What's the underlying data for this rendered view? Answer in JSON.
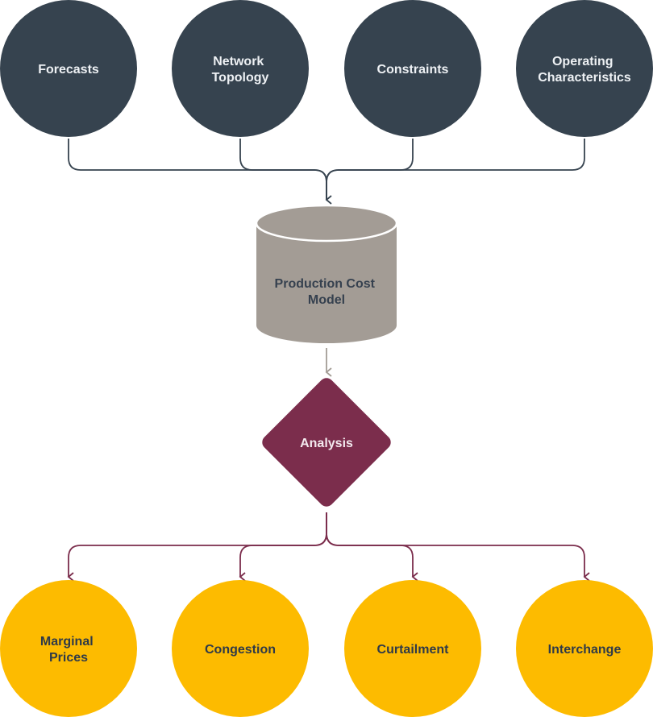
{
  "inputs": [
    {
      "lines": [
        "Forecasts"
      ]
    },
    {
      "lines": [
        "Network",
        "Topology"
      ]
    },
    {
      "lines": [
        "Constraints"
      ]
    },
    {
      "lines": [
        "Operating",
        "Characteristics"
      ]
    }
  ],
  "model": {
    "lines": [
      "Production Cost",
      "Model"
    ]
  },
  "analysis": {
    "label": "Analysis"
  },
  "outputs": [
    {
      "lines": [
        "Marginal",
        "Prices"
      ]
    },
    {
      "lines": [
        "Congestion"
      ]
    },
    {
      "lines": [
        "Curtailment"
      ]
    },
    {
      "lines": [
        "Interchange"
      ]
    }
  ],
  "colors": {
    "input_fill": "#36434f",
    "model_fill": "#a39c95",
    "analysis_fill": "#7b2d4c",
    "output_fill": "#fdbb00",
    "input_connector": "#36434f",
    "model_connector": "#a39c95",
    "output_connector": "#7b2d4c"
  }
}
